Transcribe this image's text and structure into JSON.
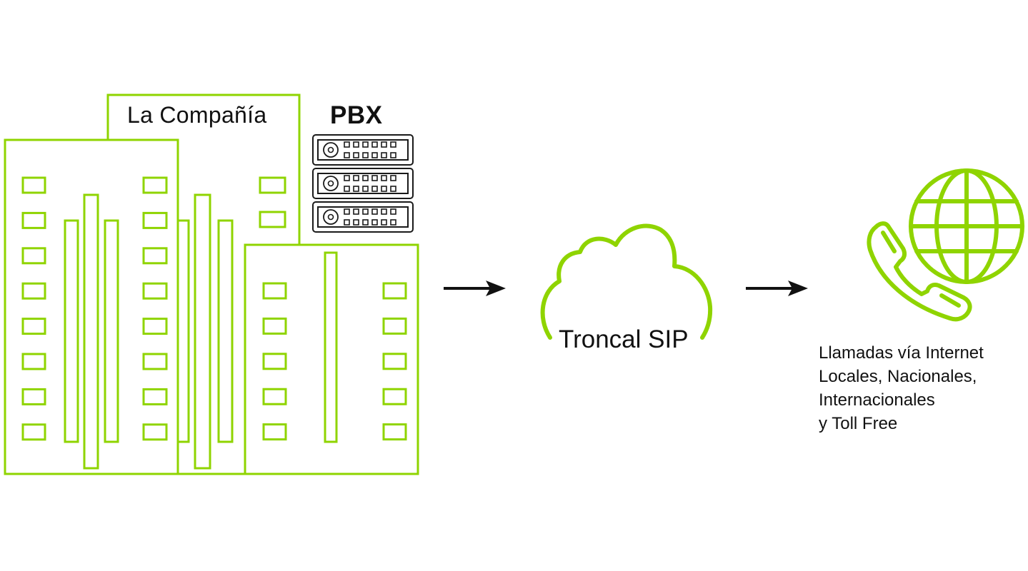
{
  "diagram": {
    "title": "SIP Trunk call flow",
    "colors": {
      "accent": "#8fd400",
      "ink": "#111111",
      "background": "#ffffff"
    },
    "nodes": {
      "company": {
        "label": "La Compañía",
        "icon": "office-buildings-icon"
      },
      "pbx": {
        "label": "PBX",
        "icon": "server-rack-icon",
        "units": 3
      },
      "trunk": {
        "label": "Troncal SIP",
        "icon": "cloud-icon"
      },
      "destination": {
        "icon": "phone-globe-icon",
        "lines": [
          "Llamadas vía Internet",
          "Locales, Nacionales,",
          "Internacionales",
          "y Toll Free"
        ]
      }
    },
    "edges": [
      {
        "from": "company",
        "to": "trunk",
        "icon": "arrow-right-icon"
      },
      {
        "from": "trunk",
        "to": "destination",
        "icon": "arrow-right-icon"
      }
    ]
  }
}
